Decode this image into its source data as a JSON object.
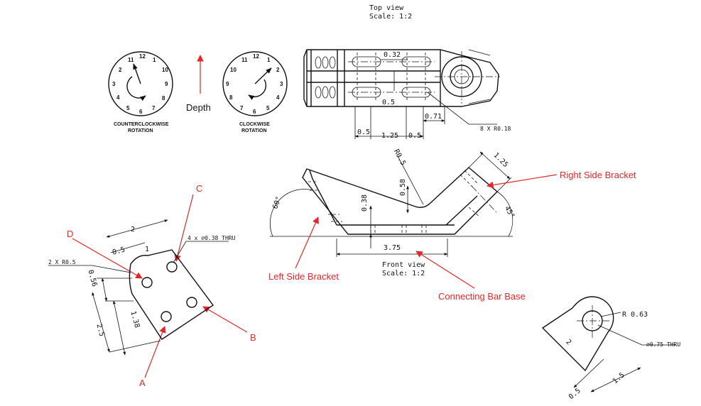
{
  "top_view": {
    "title": "Top view",
    "scale": "Scale:  1:2",
    "dims": {
      "d032": "0.32",
      "d05_mid": "0.5",
      "d071": "0.71",
      "d05_left": "0.5",
      "d125": "1.25",
      "d05_right": "0.5",
      "slot_note": "8 X R0.18"
    }
  },
  "rotation": {
    "ccw_label": "COUNTERCLOCKWISE",
    "ccw_label2": "ROTATION",
    "cw_label": "CLOCKWISE",
    "cw_label2": "ROTATION",
    "depth_label": "Depth",
    "ccw_numbers": [
      "12",
      "1",
      "10",
      "2",
      "9",
      "3",
      "8",
      "4",
      "7",
      "5",
      "6",
      "11"
    ],
    "cw_numbers": [
      "12",
      "11",
      "1",
      "10",
      "2",
      "9",
      "3",
      "8",
      "4",
      "7",
      "5",
      "6"
    ]
  },
  "front_view": {
    "title": "Front view",
    "scale": "Scale:  1:2",
    "dims": {
      "r05": "R0.5",
      "d058": "0.58",
      "d038": "0.38",
      "d125": "1.25",
      "d375": "3.75",
      "a60": "60°",
      "a45": "45°"
    }
  },
  "callouts": {
    "right_bracket": "Right Side Bracket",
    "left_bracket": "Left Side Bracket",
    "base": "Connecting Bar Base",
    "A": "A",
    "B": "B",
    "C": "C",
    "D": "D"
  },
  "plate_view": {
    "dims": {
      "d2": "2",
      "d05": "0.5",
      "d1": "1",
      "hole_note": "4 x ⌀0.38 THRU",
      "radius_note": "2 X R0.5",
      "d056": "0.56",
      "d138": "1.38",
      "d25": "2.5"
    }
  },
  "bracket_view": {
    "dims": {
      "r063": "R 0.63",
      "hole_note": "⌀0.75 THRU",
      "d2": "2",
      "d05": "0.5",
      "d15": "1.5"
    }
  },
  "colors": {
    "annotation": "#e32626",
    "line": "#111111"
  }
}
